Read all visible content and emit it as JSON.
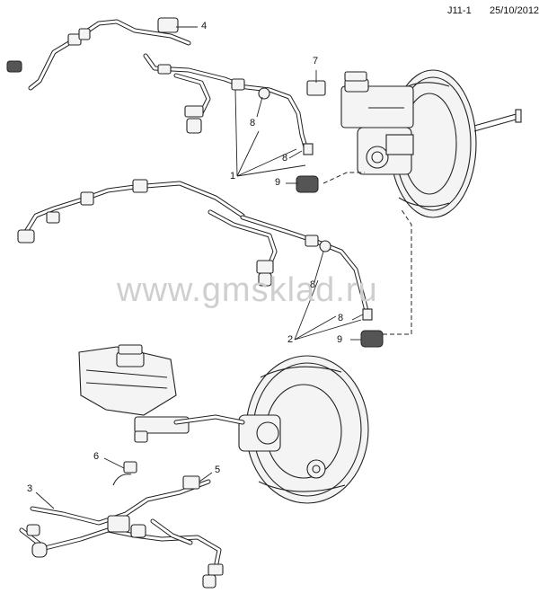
{
  "header": {
    "code": "J11-1",
    "date": "25/10/2012"
  },
  "watermark": "www.gmsklad.ru",
  "callouts": {
    "c4": "4",
    "c7": "7",
    "c8a": "8",
    "c8b": "8",
    "c1": "1",
    "c9a": "9",
    "c8c": "8",
    "c8d": "8",
    "c2": "2",
    "c9b": "9",
    "c6": "6",
    "c5": "5",
    "c3": "3"
  }
}
